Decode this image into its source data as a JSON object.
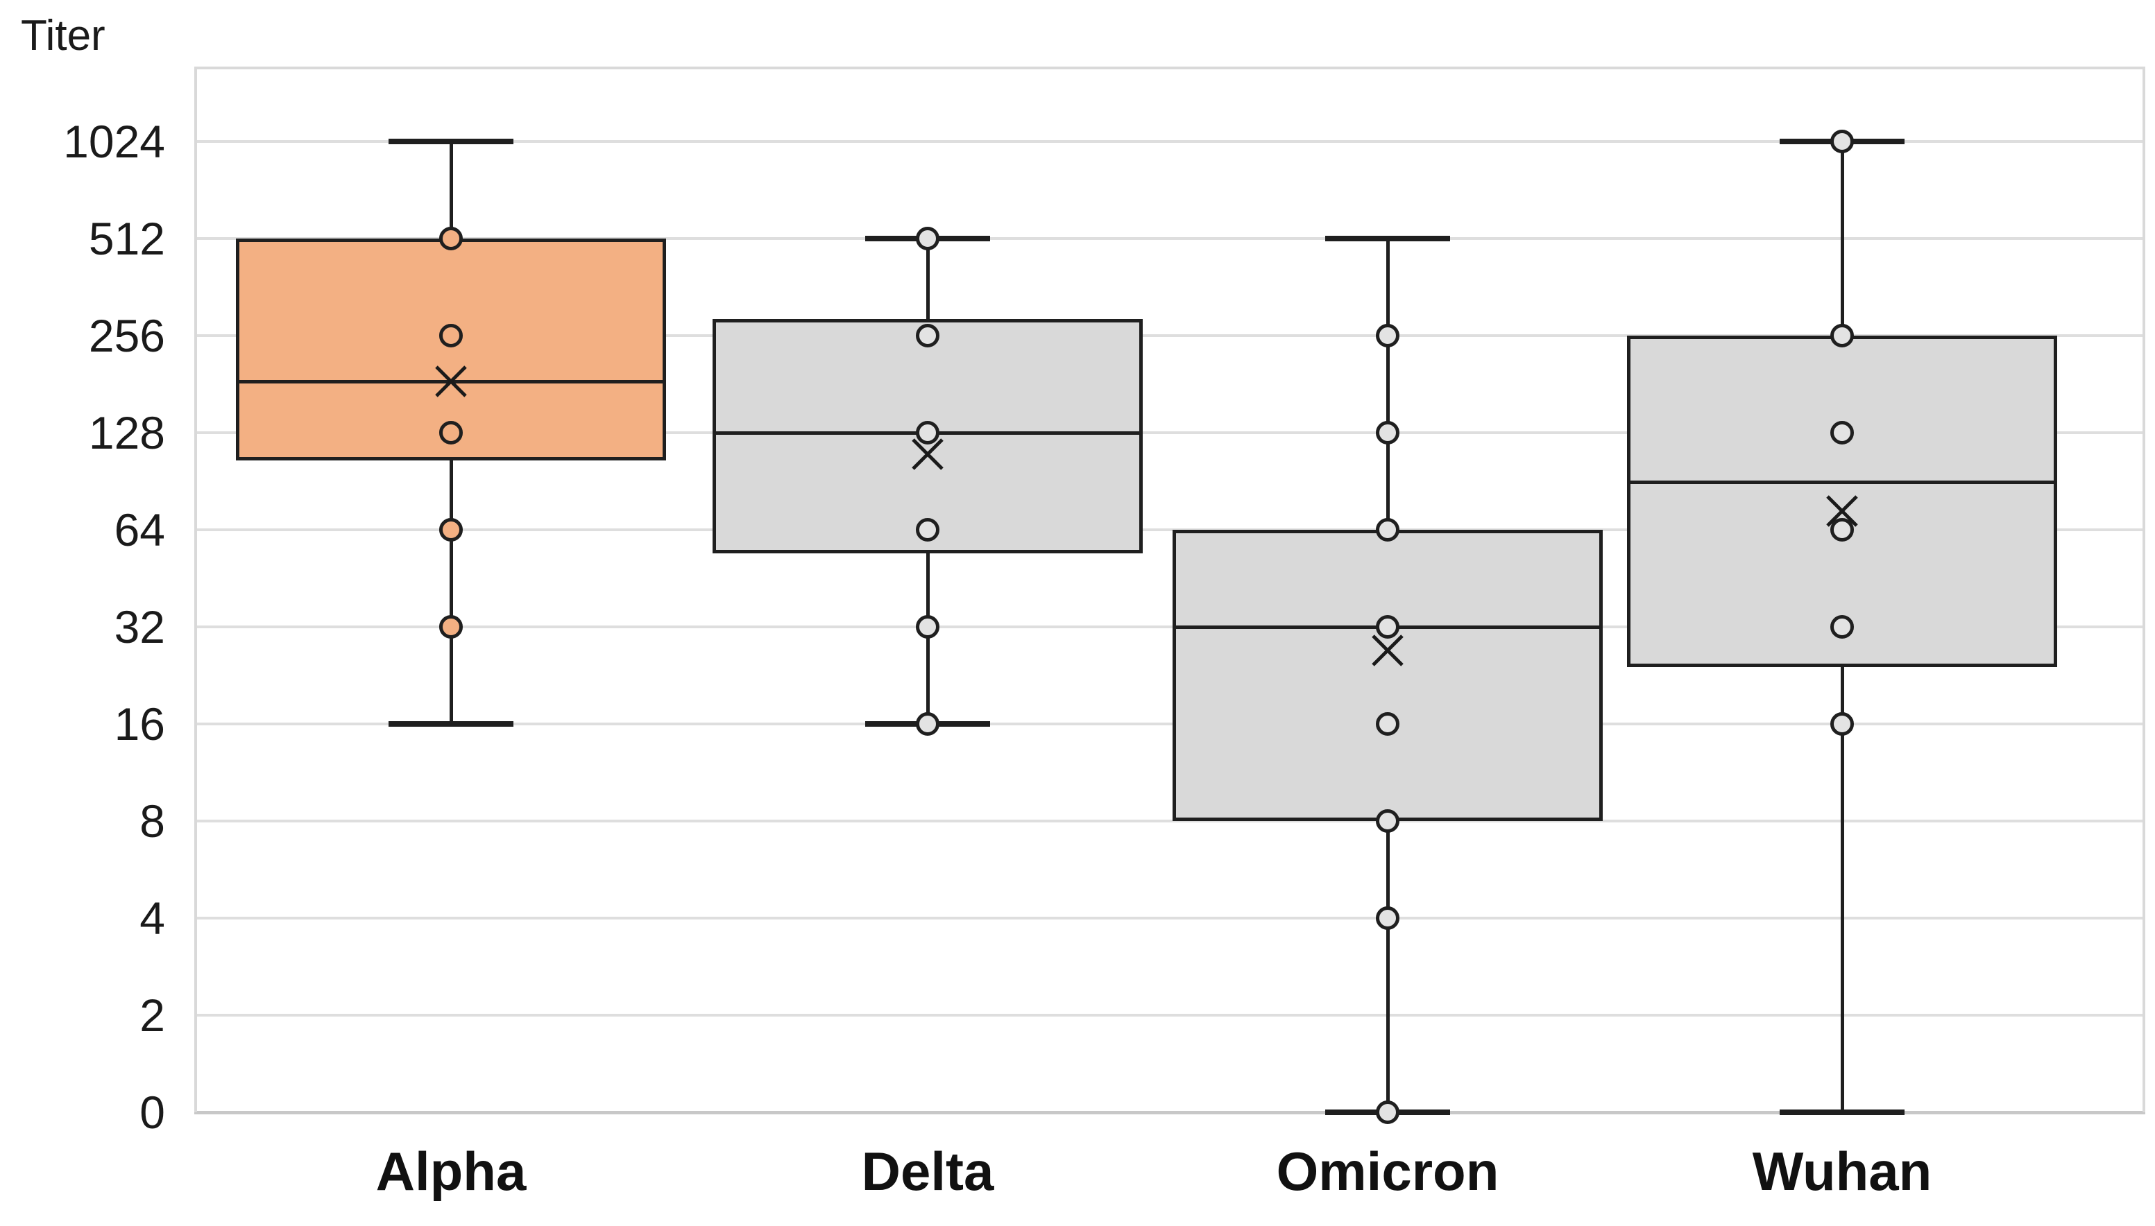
{
  "chart_data": {
    "type": "box",
    "title": "",
    "ylabel": "Titer",
    "xlabel": "",
    "yticks": [
      1024,
      512,
      256,
      128,
      64,
      32,
      16,
      8,
      4,
      2,
      0
    ],
    "axis_note": "ticks evenly spaced on log2 scale with 0 at baseline",
    "ylim": [
      0,
      1448
    ],
    "grid": "horizontal",
    "legend": "none",
    "categories": [
      "Alpha",
      "Delta",
      "Omicron",
      "Wuhan"
    ],
    "series": [
      {
        "name": "Alpha",
        "whisker_low": 16,
        "q1": 105,
        "median": 185,
        "q3": 512,
        "whisker_high": 1024,
        "mean": 185,
        "points": [
          512,
          256,
          128,
          64,
          32
        ],
        "fill": "#F3B083",
        "point_fill": "#F3B083"
      },
      {
        "name": "Delta",
        "whisker_low": 16,
        "q1": 54,
        "median": 128,
        "q3": 288,
        "whisker_high": 512,
        "mean": 110,
        "points": [
          512,
          256,
          128,
          64,
          32,
          16
        ],
        "fill": "#D9D9D9",
        "point_fill": "#E3E3E3"
      },
      {
        "name": "Omicron",
        "whisker_low": 0,
        "q1": 8,
        "median": 32,
        "q3": 64,
        "whisker_high": 512,
        "mean": 27,
        "points": [
          256,
          128,
          64,
          32,
          16,
          8,
          4,
          0
        ],
        "fill": "#D9D9D9",
        "point_fill": "#E3E3E3"
      },
      {
        "name": "Wuhan",
        "whisker_low": 0,
        "q1": 24,
        "median": 90,
        "q3": 256,
        "whisker_high": 1024,
        "mean": 73,
        "points": [
          1024,
          256,
          128,
          64,
          32,
          16
        ],
        "fill": "#D9D9D9",
        "point_fill": "#E3E3E3"
      }
    ],
    "colors": {
      "alpha_box_fill": "#F3B083",
      "gray_box_fill": "#D9D9D9",
      "stroke": "#1F1F1F",
      "gridline": "#DEDEDE",
      "axis_baseline": "#C8C8C8",
      "text": "#1A1A1A",
      "background": "#FFFFFF"
    }
  }
}
